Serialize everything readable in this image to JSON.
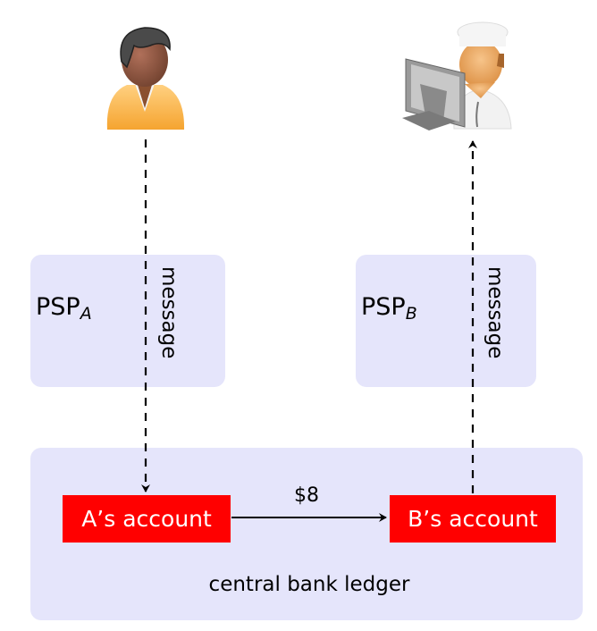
{
  "diagram": {
    "title": "",
    "actors": [
      {
        "id": "payer",
        "icon": "person-icon",
        "description": "customer A"
      },
      {
        "id": "payee",
        "icon": "merchant-at-computer-icon",
        "description": "merchant B at computer terminal"
      }
    ],
    "psp_a": {
      "label": "PSP",
      "subscript": "A"
    },
    "psp_b": {
      "label": "PSP",
      "subscript": "B"
    },
    "message_a": "message",
    "message_b": "message",
    "ledger": {
      "label": "central bank ledger"
    },
    "accounts": {
      "a": "A’s account",
      "b": "B’s account"
    },
    "transfer": {
      "amount": "$8",
      "from": "A’s account",
      "to": "B’s account"
    },
    "colors": {
      "box_fill": "#e5e5fb",
      "account_fill": "#ff0000",
      "account_text": "#ffffff",
      "arrow": "#000000"
    },
    "edges": [
      {
        "from": "payer",
        "to": "A’s account",
        "style": "dashed",
        "label": "message"
      },
      {
        "from": "A’s account",
        "to": "B’s account",
        "style": "solid",
        "label": "$8"
      },
      {
        "from": "B’s account",
        "to": "payee",
        "style": "dashed",
        "label": "message"
      }
    ]
  }
}
